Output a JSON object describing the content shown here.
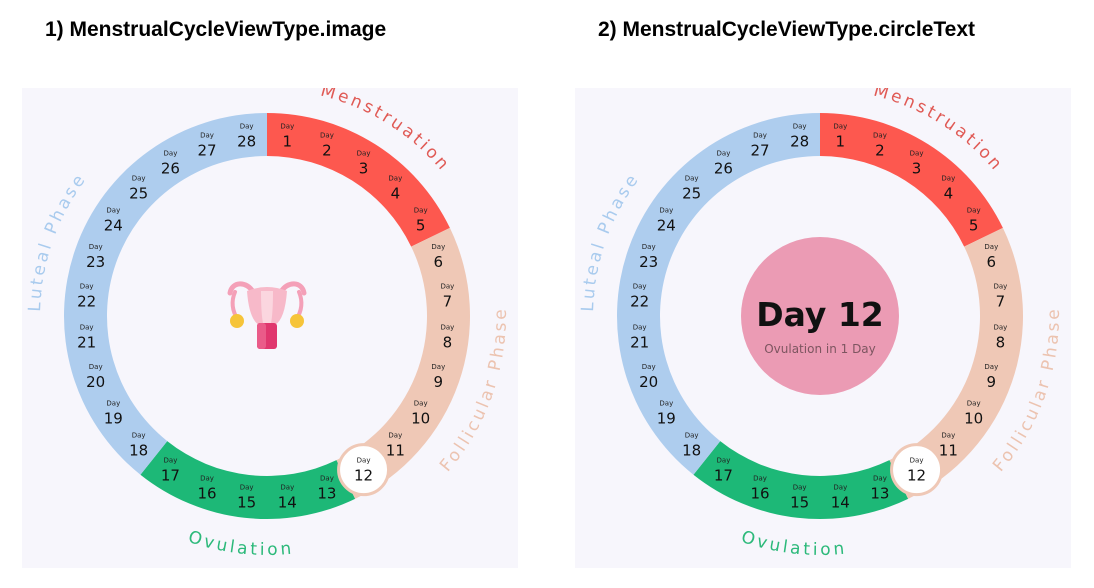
{
  "views": [
    {
      "heading": "1) MenstrualCycleViewType.image",
      "center_type": "image",
      "center_icon": "uterus-icon",
      "phases": [
        "Menstruation",
        "Follicular Phase",
        "Ovulation",
        "Luteal Phase"
      ]
    },
    {
      "heading": "2) MenstrualCycleViewType.circleText",
      "center_type": "circleText",
      "center_title": "Day 12",
      "center_subtitle": "Ovulation in 1 Day",
      "phases": [
        "Menstruation",
        "Follicular Phase",
        "Ovulation",
        "Luteal Phase"
      ]
    }
  ],
  "cycle": {
    "total_days": 28,
    "current_day": 12,
    "day_prefix": "Day",
    "segments": [
      {
        "phase": "Menstruation",
        "start": 1,
        "end": 5,
        "color": "#fd584f",
        "text_color": "#e05a55"
      },
      {
        "phase": "Follicular Phase",
        "start": 6,
        "end": 12,
        "color": "#efc8b6",
        "text_color": "#ecc3b0"
      },
      {
        "phase": "Ovulation",
        "start": 13,
        "end": 17,
        "color": "#1db877",
        "text_color": "#2cb97a"
      },
      {
        "phase": "Luteal Phase",
        "start": 18,
        "end": 28,
        "color": "#aecdee",
        "text_color": "#a9cbee"
      }
    ]
  },
  "colors": {
    "center_circle": "#eb9bb4",
    "highlight_border": "#efc8b6",
    "panel_bg": "#f7f6fc"
  }
}
